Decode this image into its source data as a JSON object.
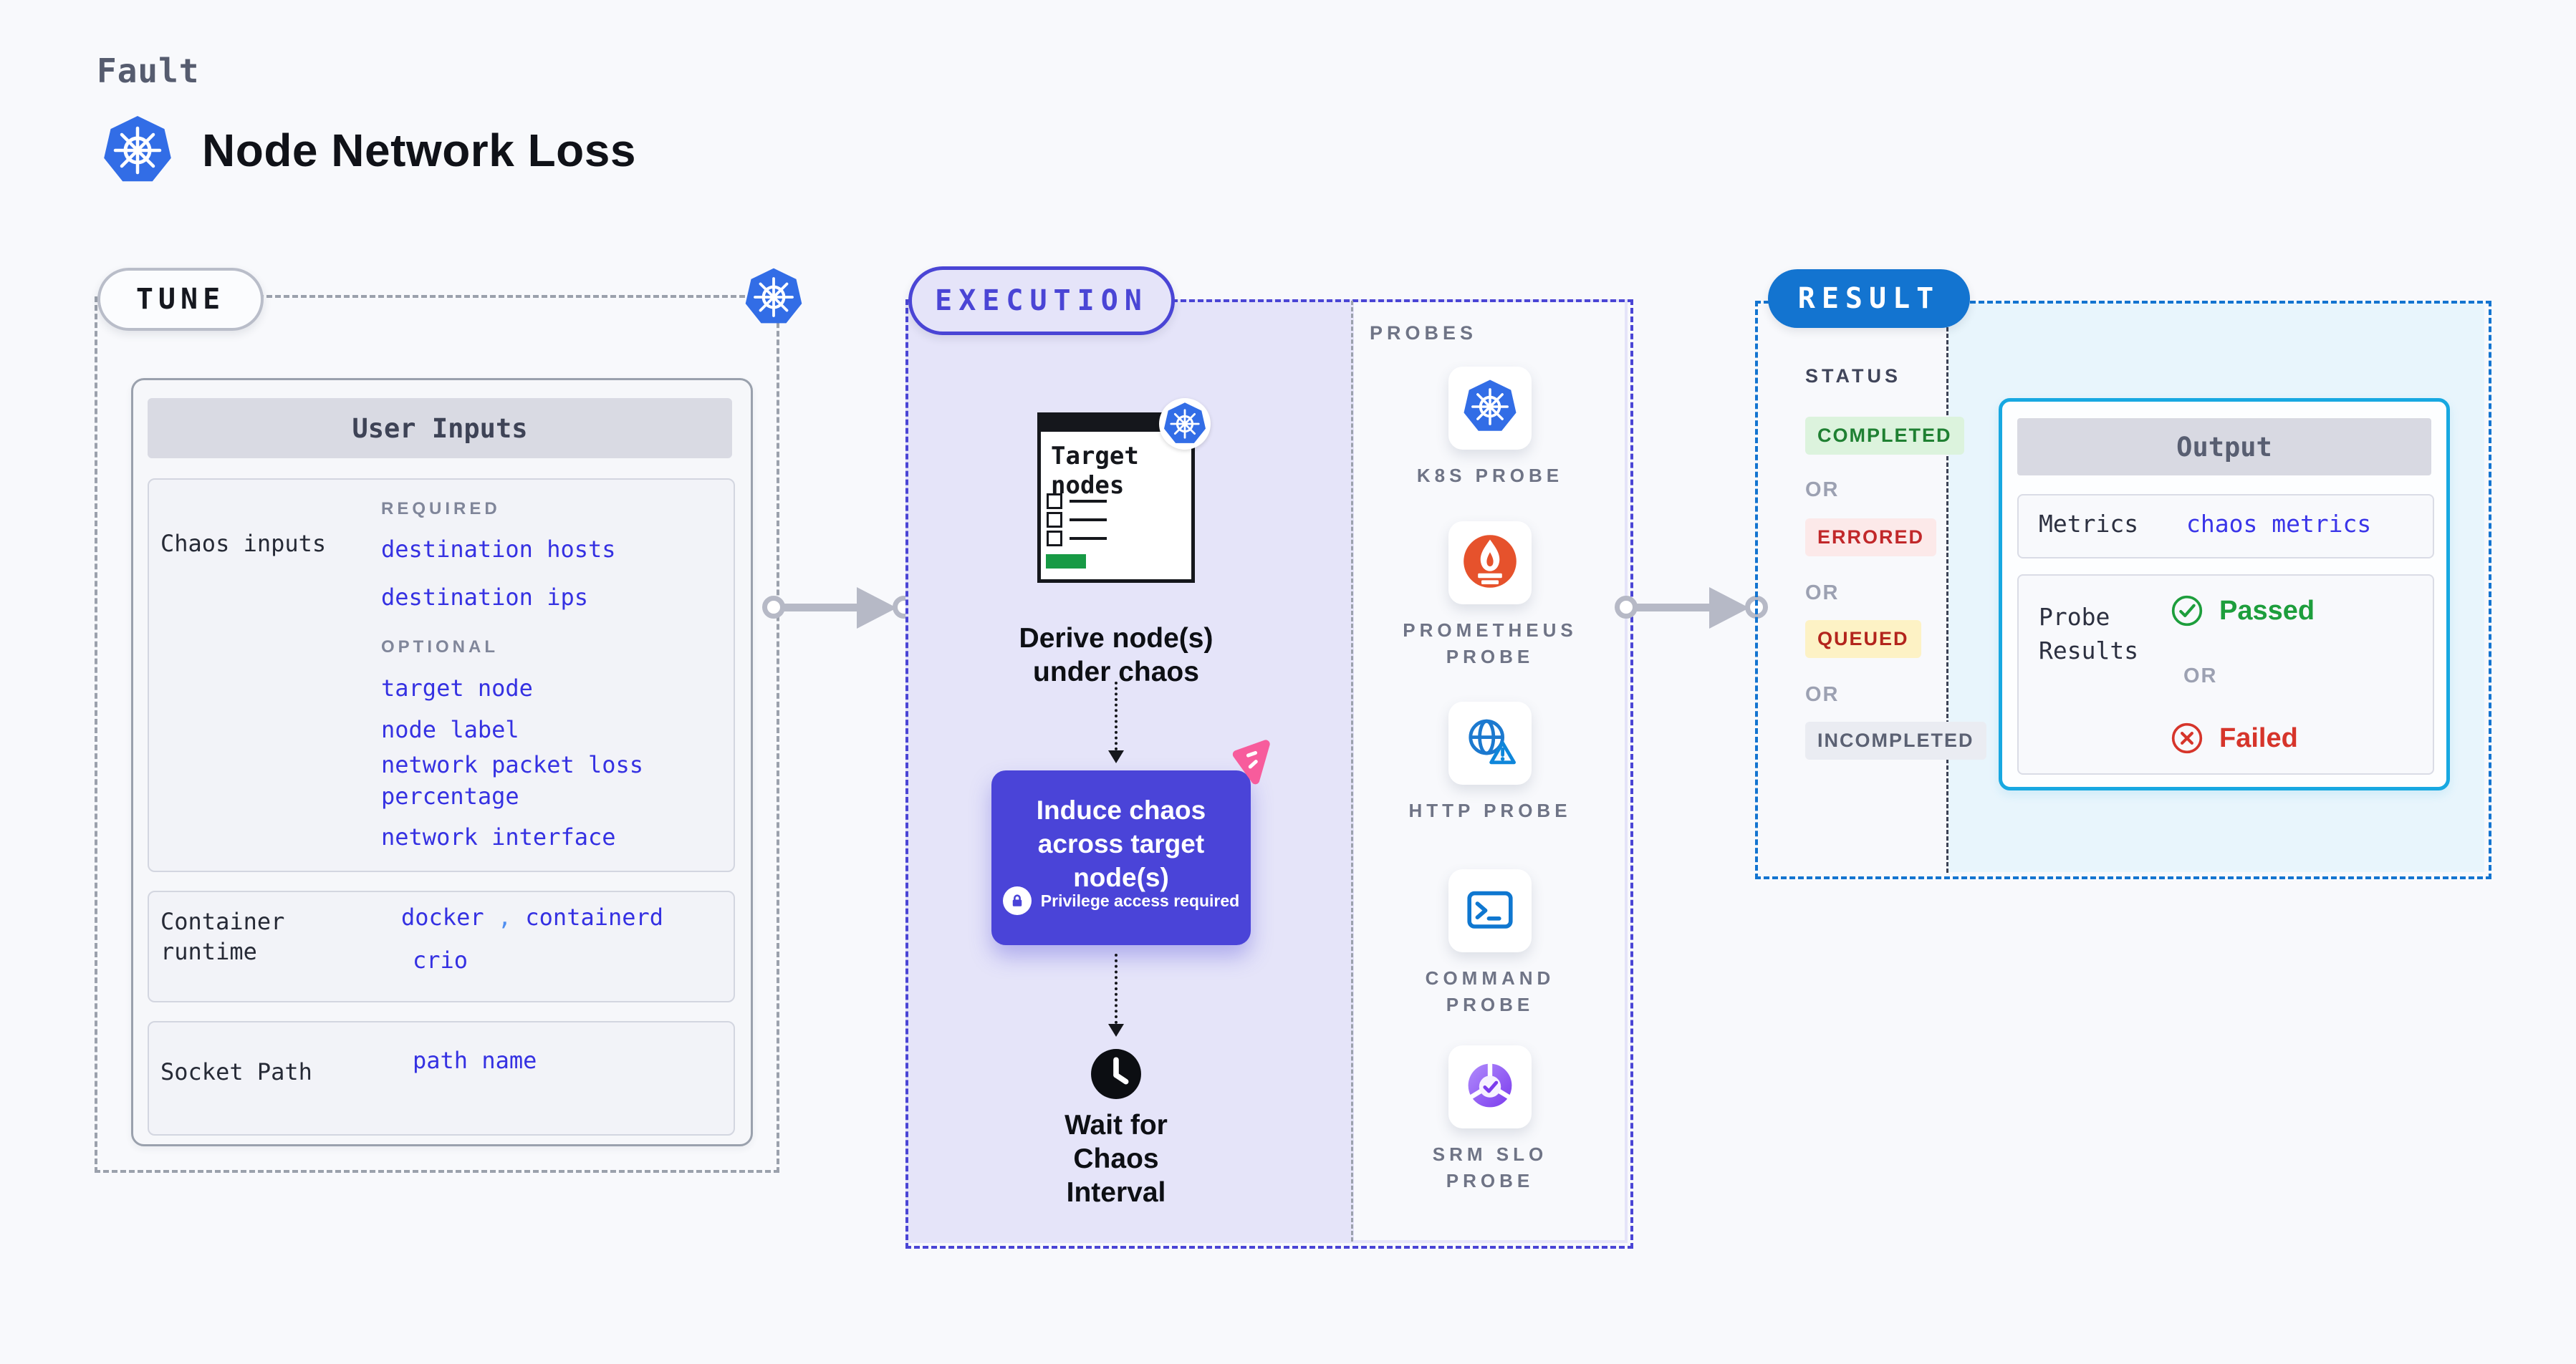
{
  "header": {
    "kicker": "Fault",
    "title": "Node Network Loss"
  },
  "tune": {
    "label": "TUNE",
    "card_title": "User Inputs",
    "chaos_inputs": {
      "label": "Chaos inputs",
      "required_heading": "REQUIRED",
      "required_items": [
        "destination hosts",
        "destination ips"
      ],
      "optional_heading": "OPTIONAL",
      "optional_items": [
        "target node",
        "node label",
        "network packet loss percentage",
        "network interface"
      ]
    },
    "container_runtime": {
      "label": "Container runtime",
      "value_1": "docker",
      "separator": ",",
      "value_2": "containerd",
      "value_3": "crio"
    },
    "socket_path": {
      "label": "Socket Path",
      "value": "path name"
    }
  },
  "execution": {
    "label": "EXECUTION",
    "target_card_title": "Target nodes",
    "derive_label": "Derive node(s) under chaos",
    "induce_label": "Induce chaos across target node(s)",
    "privilege_label": "Privilege access required",
    "wait_label": "Wait for Chaos Interval"
  },
  "probes": {
    "heading": "PROBES",
    "items": [
      {
        "icon": "kubernetes-icon",
        "label": "K8S PROBE"
      },
      {
        "icon": "prometheus-icon",
        "label": "PROMETHEUS PROBE"
      },
      {
        "icon": "http-globe-icon",
        "label": "HTTP PROBE"
      },
      {
        "icon": "terminal-icon",
        "label": "COMMAND PROBE"
      },
      {
        "icon": "slo-donut-icon",
        "label": "SRM SLO PROBE"
      }
    ]
  },
  "result": {
    "label": "RESULT",
    "status_heading": "STATUS",
    "or_label": "OR",
    "statuses": [
      {
        "label": "COMPLETED",
        "color": "#1f8032",
        "bg": "#dcf3dd"
      },
      {
        "label": "ERRORED",
        "color": "#c1282a",
        "bg": "#fce9e9"
      },
      {
        "label": "QUEUED",
        "color": "#b3251d",
        "bg": "#fdf2c5"
      },
      {
        "label": "INCOMPLETED",
        "color": "#5b6173",
        "bg": "#eaecf2"
      }
    ],
    "output": {
      "title": "Output",
      "metrics_label": "Metrics",
      "metrics_value": "chaos metrics",
      "probe_results_label": "Probe Results",
      "passed_label": "Passed",
      "or_label": "OR",
      "failed_label": "Failed"
    }
  },
  "colors": {
    "accent_indigo": "#4a45d5",
    "link_blue": "#3531e2",
    "kubernetes_blue": "#326de6",
    "result_blue": "#1374d0",
    "output_cyan": "#17a8e1",
    "passed_green": "#1d9e3c",
    "failed_red": "#d6352b",
    "litmus_pink": "#f75c9c",
    "prometheus_orange": "#e6522c"
  }
}
